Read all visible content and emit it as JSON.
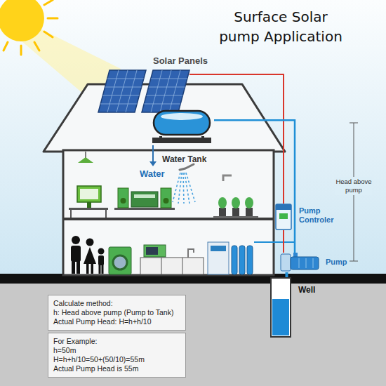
{
  "diagram": {
    "title": "Surface Solar pump Application",
    "nodes": [
      {
        "text": [
          "Solar Panels"
        ]
      },
      {
        "text": [
          "Water Tank"
        ]
      },
      {
        "text": [
          "Pump Controler"
        ]
      },
      {
        "text": [
          "Pump"
        ]
      },
      {
        "text": [
          "Well"
        ]
      },
      {
        "text": [
          "Calculate method:",
          "h: Head above pump (Pump to Tank)",
          "Actual Pump Head: H=h+h/10"
        ]
      },
      {
        "text": [
          "For Example:",
          "h=50m",
          "H=h+h/10=50+(50/10)=55m",
          "Actual Pump Head is 55m"
        ]
      }
    ],
    "edges": [
      {
        "from": 0,
        "to": 2,
        "arrow": "none"
      },
      {
        "from": 2,
        "to": 3,
        "arrow": "none"
      },
      {
        "from": 3,
        "to": 1,
        "arrow": "none"
      },
      {
        "from": 4,
        "to": 3,
        "arrow": "none"
      }
    ],
    "labels": [
      "Water",
      "Head above pump"
    ]
  }
}
